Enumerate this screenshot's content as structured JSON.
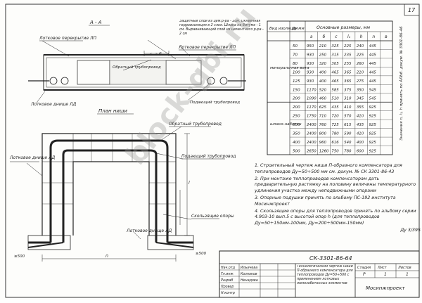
{
  "page_number": "17",
  "sections": {
    "section_aa": "А - А",
    "plan": "План ниши"
  },
  "labels": {
    "trough_cover_top": "Лотковое перекрытие ЛП",
    "trough_cover_right": "Лотковое перекрытие ЛП",
    "return_pipe_top": "Обратный трубопровод",
    "supply_pipe_top": "Подающий трубопровод",
    "trough_bottom_ld": "Лотковое днище ЛД",
    "return_pipe_plan": "Обратный трубопровод",
    "supply_pipe_plan": "Подающий трубопровод",
    "trough_bottom_left": "Лотковое днище ЛД",
    "sliding_supports": "Скользящие опоры",
    "trough_bottom_plan": "Лотковое днище ЛД",
    "protective_layer": "Защитный слой из цем.р-ра - 2см. Оклеечная гидроизоляция в 2 слоя. Шлака на битуме - 1 см. Выравнивающий слой из цементного р-ра - 2 см",
    "dim_a": "а",
    "dim_b": "б",
    "dim_c": "с",
    "dim_n": "п",
    "dim_l": "l",
    "dim_500_right": "≥500",
    "dim_500_left": "≥500"
  },
  "table": {
    "header_insulation": "Вид изоляции",
    "header_du": "Ду мм",
    "header_main": "Основные размеры, мм",
    "columns": [
      "a",
      "б",
      "с",
      "l₁",
      "h",
      "n",
      "в"
    ],
    "groups": [
      "минераль-ная вата",
      "шлако-набетон"
    ],
    "side_note": "Значения n, l₁, h принять по АЛЬб. докум. № 3301-86-46",
    "rows": [
      {
        "du": "50",
        "vals": [
          "950",
          "210",
          "325",
          "225",
          "240",
          "445"
        ]
      },
      {
        "du": "70",
        "vals": [
          "930",
          "250",
          "315",
          "235",
          "225",
          "445"
        ]
      },
      {
        "du": "80",
        "vals": [
          "930",
          "320",
          "305",
          "255",
          "260",
          "445"
        ]
      },
      {
        "du": "100",
        "vals": [
          "930",
          "400",
          "465",
          "365",
          "210",
          "445"
        ]
      },
      {
        "du": "125",
        "vals": [
          "930",
          "400",
          "465",
          "365",
          "275",
          "445"
        ]
      },
      {
        "du": "150",
        "vals": [
          "1170",
          "520",
          "585",
          "375",
          "350",
          "545"
        ]
      },
      {
        "du": "200",
        "vals": [
          "1090",
          "460",
          "510",
          "310",
          "345",
          "545"
        ]
      },
      {
        "du": "200",
        "vals": [
          "1170",
          "625",
          "435",
          "410",
          "355",
          "925"
        ]
      },
      {
        "du": "250",
        "vals": [
          "1750",
          "710",
          "720",
          "570",
          "410",
          "925"
        ]
      },
      {
        "du": "300",
        "vals": [
          "2400",
          "760",
          "725",
          "615",
          "435",
          "925"
        ]
      },
      {
        "du": "350",
        "vals": [
          "2400",
          "800",
          "780",
          "590",
          "410",
          "925"
        ]
      },
      {
        "du": "400",
        "vals": [
          "2400",
          "960",
          "616",
          "540",
          "400",
          "925"
        ]
      },
      {
        "du": "500",
        "vals": [
          "2650",
          "1260",
          "750",
          "780",
          "600",
          "925"
        ]
      }
    ]
  },
  "notes": [
    "1. Строительный чертеж ниши П-образного компенсатора для теплопроводов Ду=50÷500 мм см. докум. № СК 3301-86-43",
    "2. При монтаже теплопроводов компенсаторам дать предварительную растяжку на половину величины температурного удлинения участка между неподвижными опорами",
    "3. Опорные подушки принять по альбому ПС-192 института Мосинжпроект",
    "4. Скользящие опоры для теплопроводов принять по альбому серии 4.903-10 вып.5 с высотой опор h (для теплопроводов Ду=50÷150мм-100мм, Ду=200÷500мм-150мм)",
    "Ду 3/395"
  ],
  "title_block": {
    "doc_code": "СК-3301-86-64",
    "title": "Технологический чертеж ниши П-образного компенсатора для теплопроводов Ду=50÷500 с применением лотковых железобетонных элементов",
    "org": "Мосинжпроект",
    "stage_header": "Стадия",
    "sheet_header": "Лист",
    "sheets_header": "Листов",
    "stage": "Р",
    "sheet": "1",
    "sheets": "1",
    "roles": [
      "Нач.отд",
      "Гл.инж",
      "Разраб",
      "Провер",
      "Н.контр"
    ],
    "names": [
      "Ильичева",
      "Кознаков",
      "Ненадова",
      "",
      ""
    ]
  },
  "watermark": "block-gbi.ru"
}
